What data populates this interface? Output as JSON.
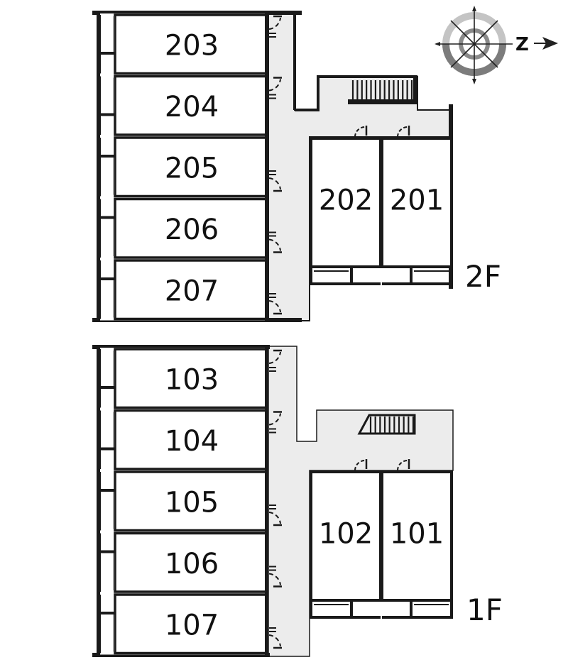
{
  "compass": {
    "letter": "Z",
    "icon": "compass-north-icon"
  },
  "floors": [
    {
      "id": "2F",
      "label": "2F",
      "west_rooms": [
        "203",
        "204",
        "205",
        "206",
        "207"
      ],
      "east_rooms": [
        "202",
        "201"
      ]
    },
    {
      "id": "1F",
      "label": "1F",
      "west_rooms": [
        "103",
        "104",
        "105",
        "106",
        "107"
      ],
      "east_rooms": [
        "102",
        "101"
      ]
    }
  ],
  "colors": {
    "wall": "#1a1a1a",
    "corridor": "#ececec",
    "compass_outer": "#bdbdbd",
    "compass_inner": "#8a8a8a"
  }
}
